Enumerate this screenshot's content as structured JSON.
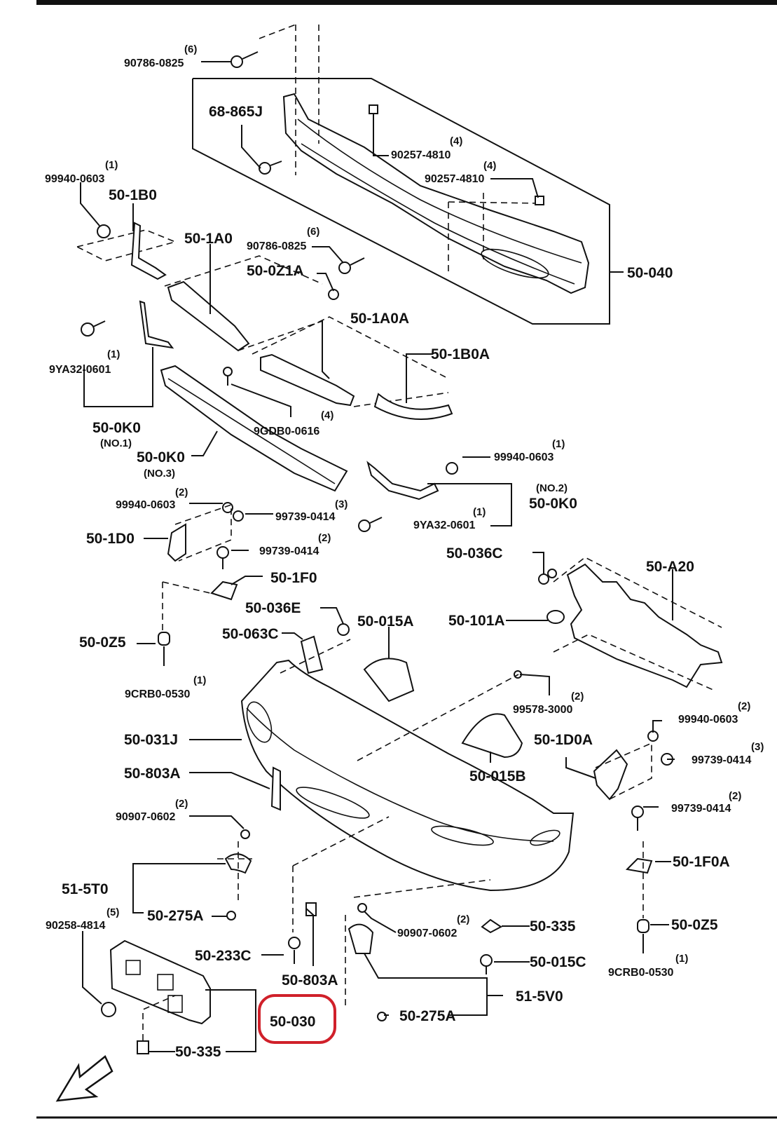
{
  "callouts": [
    {
      "id": "q-90786-0825-a",
      "text": "(6)"
    },
    {
      "id": "p-90786-0825-a",
      "text": "90786-0825"
    },
    {
      "id": "p-68-865j",
      "text": "68-865J"
    },
    {
      "id": "q-90257-4810-a",
      "text": "(4)"
    },
    {
      "id": "p-90257-4810-a",
      "text": "90257-4810"
    },
    {
      "id": "q-90257-4810-b",
      "text": "(4)"
    },
    {
      "id": "p-90257-4810-b",
      "text": "90257-4810"
    },
    {
      "id": "q-99940-0603-a",
      "text": "(1)"
    },
    {
      "id": "p-99940-0603-a",
      "text": "99940-0603"
    },
    {
      "id": "p-50-1b0",
      "text": "50-1B0"
    },
    {
      "id": "p-50-1a0",
      "text": "50-1A0"
    },
    {
      "id": "q-90786-0825-b",
      "text": "(6)"
    },
    {
      "id": "p-90786-0825-b",
      "text": "90786-0825"
    },
    {
      "id": "p-50-0z1a",
      "text": "50-0Z1A"
    },
    {
      "id": "p-50-040",
      "text": "50-040"
    },
    {
      "id": "p-50-1a0a",
      "text": "50-1A0A"
    },
    {
      "id": "q-9ya32-0601-a",
      "text": "(1)"
    },
    {
      "id": "p-9ya32-0601-a",
      "text": "9YA32-0601"
    },
    {
      "id": "p-50-1b0a",
      "text": "50-1B0A"
    },
    {
      "id": "q-9gdb0-0616",
      "text": "(4)"
    },
    {
      "id": "p-9gdb0-0616",
      "text": "9GDB0-0616"
    },
    {
      "id": "p-50-0k0-no1",
      "text": "50-0K0"
    },
    {
      "id": "s-no1",
      "text": "(NO.1)"
    },
    {
      "id": "p-50-0k0-no3",
      "text": "50-0K0"
    },
    {
      "id": "s-no3",
      "text": "(NO.3)"
    },
    {
      "id": "q-99940-0603-b",
      "text": "(1)"
    },
    {
      "id": "p-99940-0603-b",
      "text": "99940-0603"
    },
    {
      "id": "s-no2",
      "text": "(NO.2)"
    },
    {
      "id": "p-50-0k0-no2",
      "text": "50-0K0"
    },
    {
      "id": "q-9ya32-0601-b",
      "text": "(1)"
    },
    {
      "id": "p-9ya32-0601-b",
      "text": "9YA32-0601"
    },
    {
      "id": "q-99940-0603-c",
      "text": "(2)"
    },
    {
      "id": "p-99940-0603-c",
      "text": "99940-0603"
    },
    {
      "id": "q-99739-0414-a",
      "text": "(3)"
    },
    {
      "id": "p-99739-0414-a",
      "text": "99739-0414"
    },
    {
      "id": "p-50-1d0",
      "text": "50-1D0"
    },
    {
      "id": "q-99739-0414-b",
      "text": "(2)"
    },
    {
      "id": "p-99739-0414-b",
      "text": "99739-0414"
    },
    {
      "id": "p-50-1f0",
      "text": "50-1F0"
    },
    {
      "id": "p-50-036c",
      "text": "50-036C"
    },
    {
      "id": "p-50-a20",
      "text": "50-A20"
    },
    {
      "id": "p-50-036e",
      "text": "50-036E"
    },
    {
      "id": "p-50-063c",
      "text": "50-063C"
    },
    {
      "id": "p-50-015a",
      "text": "50-015A"
    },
    {
      "id": "p-50-101a",
      "text": "50-101A"
    },
    {
      "id": "p-50-0z5-a",
      "text": "50-0Z5"
    },
    {
      "id": "q-9crb0-0530-a",
      "text": "(1)"
    },
    {
      "id": "p-9crb0-0530-a",
      "text": "9CRB0-0530"
    },
    {
      "id": "q-99578-3000",
      "text": "(2)"
    },
    {
      "id": "p-99578-3000",
      "text": "99578-3000"
    },
    {
      "id": "p-50-031j",
      "text": "50-031J"
    },
    {
      "id": "q-99940-0603-d",
      "text": "(2)"
    },
    {
      "id": "p-99940-0603-d",
      "text": "99940-0603"
    },
    {
      "id": "p-50-1d0a",
      "text": "50-1D0A"
    },
    {
      "id": "q-99739-0414-c",
      "text": "(3)"
    },
    {
      "id": "p-99739-0414-c",
      "text": "99739-0414"
    },
    {
      "id": "p-50-803a-a",
      "text": "50-803A"
    },
    {
      "id": "p-50-015b",
      "text": "50-015B"
    },
    {
      "id": "q-90907-0602-a",
      "text": "(2)"
    },
    {
      "id": "p-90907-0602-a",
      "text": "90907-0602"
    },
    {
      "id": "q-99739-0414-d",
      "text": "(2)"
    },
    {
      "id": "p-99739-0414-d",
      "text": "99739-0414"
    },
    {
      "id": "p-50-1f0a",
      "text": "50-1F0A"
    },
    {
      "id": "p-51-5t0",
      "text": "51-5T0"
    },
    {
      "id": "p-50-275a-a",
      "text": "50-275A"
    },
    {
      "id": "q-90258-4814",
      "text": "(5)"
    },
    {
      "id": "p-90258-4814",
      "text": "90258-4814"
    },
    {
      "id": "q-90907-0602-b",
      "text": "(2)"
    },
    {
      "id": "p-90907-0602-b",
      "text": "90907-0602"
    },
    {
      "id": "p-50-335-a",
      "text": "50-335"
    },
    {
      "id": "p-50-0z5-b",
      "text": "50-0Z5"
    },
    {
      "id": "p-50-233c",
      "text": "50-233C"
    },
    {
      "id": "p-50-015c",
      "text": "50-015C"
    },
    {
      "id": "q-9crb0-0530-b",
      "text": "(1)"
    },
    {
      "id": "p-9crb0-0530-b",
      "text": "9CRB0-0530"
    },
    {
      "id": "p-50-803a-b",
      "text": "50-803A"
    },
    {
      "id": "p-51-5v0",
      "text": "51-5V0"
    },
    {
      "id": "p-50-030",
      "text": "50-030"
    },
    {
      "id": "p-50-275a-b",
      "text": "50-275A"
    },
    {
      "id": "p-50-335-b",
      "text": "50-335"
    },
    {
      "id": "fwd",
      "text": "FWD"
    }
  ],
  "highlight": {
    "target": "50-030",
    "color": "#d0202a"
  },
  "line_color": "#111111"
}
